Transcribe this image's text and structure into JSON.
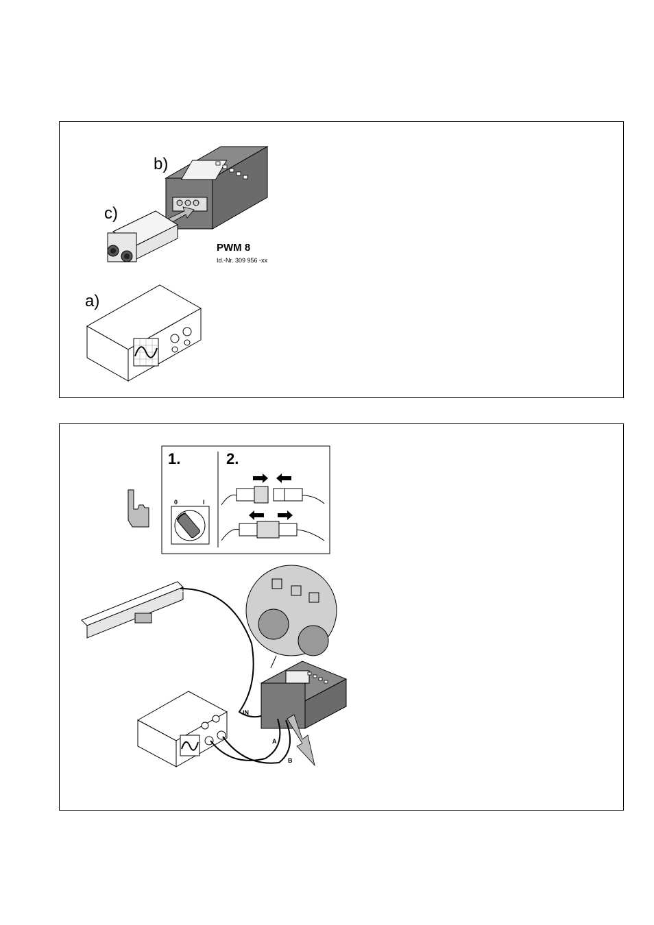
{
  "panel1": {
    "label_a": "a)",
    "label_b": "b)",
    "label_c": "c)",
    "device_name": "PWM 8",
    "device_id": "Id.-Nr. 309 956 -xx"
  },
  "panel2": {
    "step1": "1.",
    "step2": "2.",
    "switch_off": "0",
    "switch_on": "I",
    "cable_in": "IN",
    "cable_a": "A",
    "cable_b": "B"
  },
  "icons": [
    "hand-pointer-icon",
    "rotary-switch-icon",
    "connector-icon",
    "arrow-icon",
    "oscilloscope-icon",
    "sine-wave-icon"
  ]
}
